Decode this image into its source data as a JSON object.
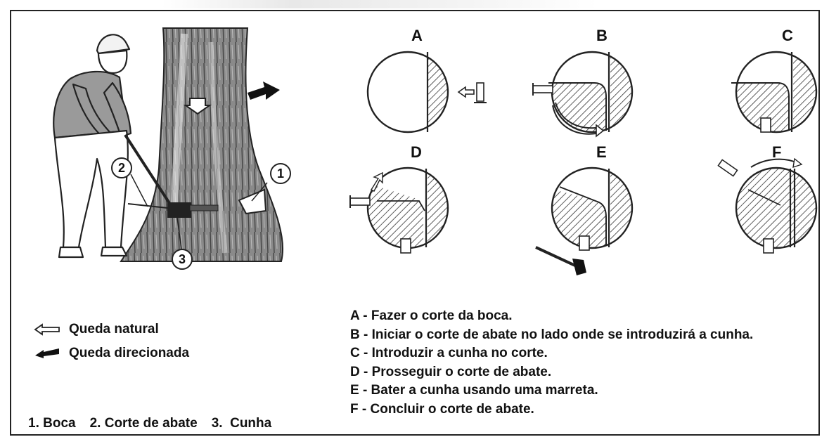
{
  "stages": [
    {
      "letter": "A",
      "description": "A - Fazer o corte da boca."
    },
    {
      "letter": "B",
      "description": "B - Iniciar o corte de abate no lado onde se introduzirá a cunha."
    },
    {
      "letter": "C",
      "description": "C - Introduzir a cunha no corte."
    },
    {
      "letter": "D",
      "description": "D - Prosseguir o corte de abate."
    },
    {
      "letter": "E",
      "description": "E - Bater a cunha usando uma marreta."
    },
    {
      "letter": "F",
      "description": "F - Concluir o corte de abate."
    }
  ],
  "callouts": [
    "1",
    "2",
    "3"
  ],
  "legend": {
    "natural_fall": "Queda natural",
    "directed_fall": "Queda direcionada"
  },
  "parts": [
    "1. Boca",
    "2. Corte de abate",
    "3.  Cunha"
  ],
  "colors": {
    "ink": "#111111",
    "hatch": "#333333",
    "background": "#ffffff"
  }
}
